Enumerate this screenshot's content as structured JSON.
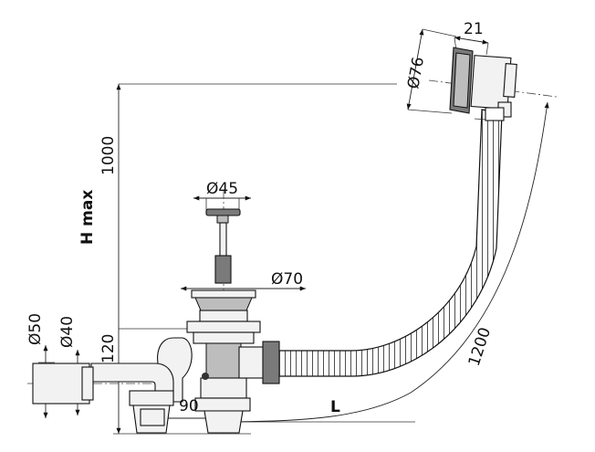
{
  "dimensions": {
    "d76": "Ø76",
    "w21": "21",
    "d45": "Ø45",
    "d70": "Ø70",
    "d50": "Ø50",
    "d40": "Ø40",
    "h120": "120",
    "h1000": "1000",
    "hmax": "H max",
    "w90": "90",
    "l": "L",
    "len1200": "1200"
  }
}
